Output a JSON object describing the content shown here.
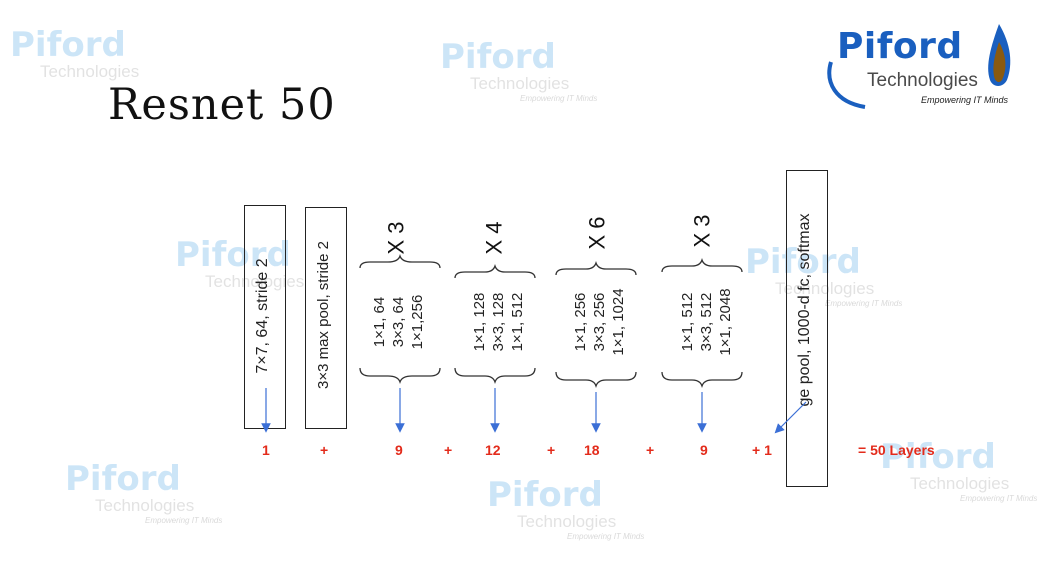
{
  "title": "Resnet 50",
  "logo": {
    "name": "Piford",
    "sub": "Technologies",
    "tagline": "Empowering IT Minds"
  },
  "watermark": {
    "name": "Piford",
    "sub": "Technologies",
    "tagline": "Empowering IT Minds"
  },
  "blocks": {
    "conv1": "7×7, 64, stride 2",
    "pool": "3×3 max pool, stride 2",
    "fc": "ge pool, 1000-d fc, softmax"
  },
  "stages": [
    {
      "repeat": "X 3",
      "lines": [
        "1×1, 64",
        "3×3, 64",
        "1×1,256"
      ]
    },
    {
      "repeat": "X 4",
      "lines": [
        "1×1, 128",
        "3×3, 128",
        "1×1, 512"
      ]
    },
    {
      "repeat": "X 6",
      "lines": [
        "1×1, 256",
        "3×3, 256",
        "1×1, 1024"
      ]
    },
    {
      "repeat": "X 3",
      "lines": [
        "1×1, 512",
        "3×3, 512",
        "1×1, 2048"
      ]
    }
  ],
  "sum": {
    "terms": [
      "1",
      "+",
      "9",
      "+",
      "12",
      "+",
      "18",
      "+",
      "9",
      "+ 1"
    ],
    "total": "= 50 Layers"
  },
  "colors": {
    "accent_red": "#e32b1b",
    "logo_blue": "#1a5fbf",
    "arrow_blue": "#3b6fd6"
  }
}
